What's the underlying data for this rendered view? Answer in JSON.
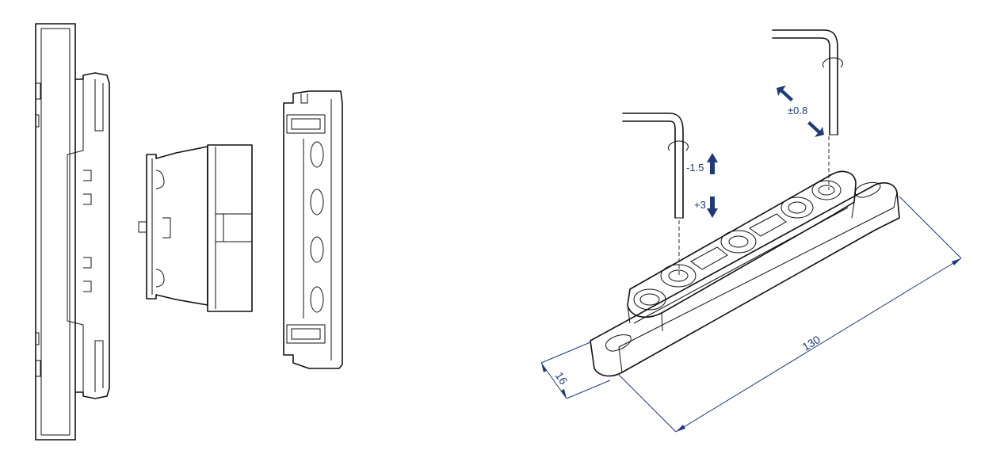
{
  "colors": {
    "line": "#111111",
    "dimension": "#1f3a78",
    "background": "#ffffff"
  },
  "adjustments": {
    "vertical_down": "-1.5",
    "vertical_up": "+3",
    "lateral": "±0.8"
  },
  "dimensions": {
    "length": "130",
    "width": "16"
  },
  "icons": [
    "allen-key-icon",
    "arrow-up-icon",
    "arrow-down-icon",
    "diagonal-arrow-icon",
    "rotation-icon"
  ]
}
